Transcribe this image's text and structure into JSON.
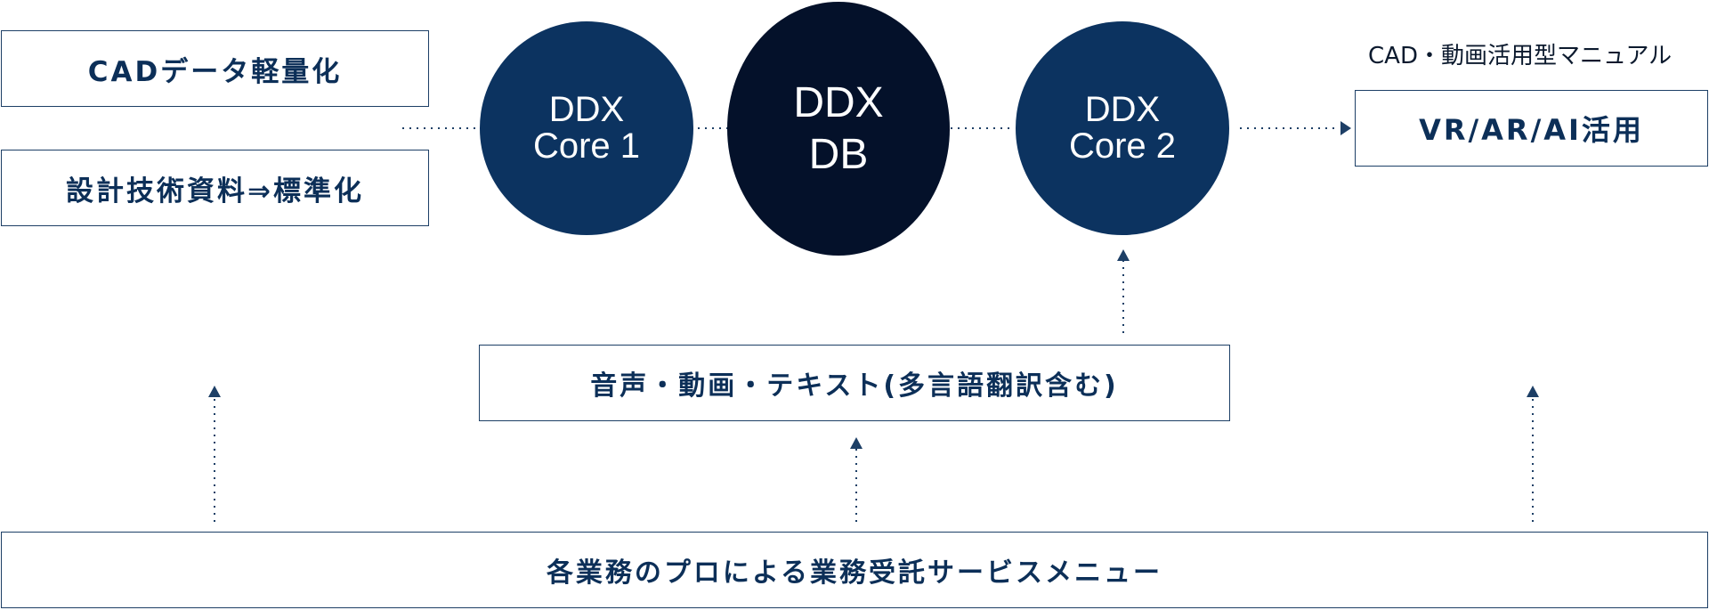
{
  "left_boxes": {
    "cad_lightweight": "CADデータ軽量化",
    "design_docs_standardize": "設計技術資料⇒標準化"
  },
  "circles": {
    "core1": {
      "line1": "DDX",
      "line2": "Core 1",
      "color": "#0c3360"
    },
    "db": {
      "line1": "DDX",
      "line2": "DB",
      "color": "#04112a"
    },
    "core2": {
      "line1": "DDX",
      "line2": "Core 2",
      "color": "#0c3360"
    }
  },
  "right": {
    "caption": "CAD・動画活用型マニュアル",
    "box": "VR/AR/AI活用"
  },
  "middle_box": "音声・動画・テキスト(多言語翻訳含む)",
  "bottom_box": "各業務のプロによる業務受託サービスメニュー",
  "colors": {
    "navy": "#0c3360",
    "dark": "#04112a",
    "border": "#1d3f66",
    "text": "#0c2f58"
  }
}
